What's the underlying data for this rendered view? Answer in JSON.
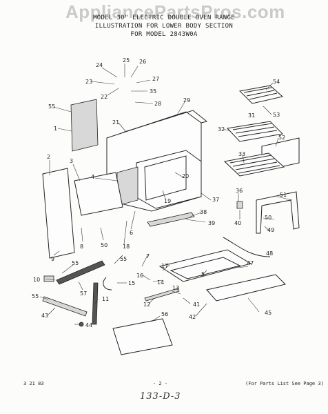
{
  "watermark": "AppliancePartsPros.com",
  "title": {
    "line1": "MODEL 30\" ELECTRIC DOUBLE OVEN RANGE",
    "line2": "ILLUSTRATION FOR LOWER BODY SECTION",
    "line3": "FOR MODEL 2843W0A"
  },
  "footer": {
    "date": "3 21 83",
    "page": "- 2 -",
    "note": "(For Parts List See Page 3)"
  },
  "handwritten_note": "133-D-3",
  "callouts": [
    "1",
    "2",
    "3",
    "4",
    "5",
    "6",
    "7",
    "8",
    "9",
    "10",
    "11",
    "12",
    "13",
    "14",
    "15",
    "16",
    "17",
    "18",
    "19",
    "20",
    "21",
    "22",
    "23",
    "24",
    "25",
    "26",
    "27",
    "28",
    "29",
    "31",
    "32",
    "33",
    "35",
    "36",
    "37",
    "38",
    "39",
    "40",
    "41",
    "42",
    "43",
    "44",
    "45",
    "47",
    "48",
    "49",
    "50",
    "51",
    "52",
    "53",
    "54",
    "55",
    "56",
    "57"
  ]
}
